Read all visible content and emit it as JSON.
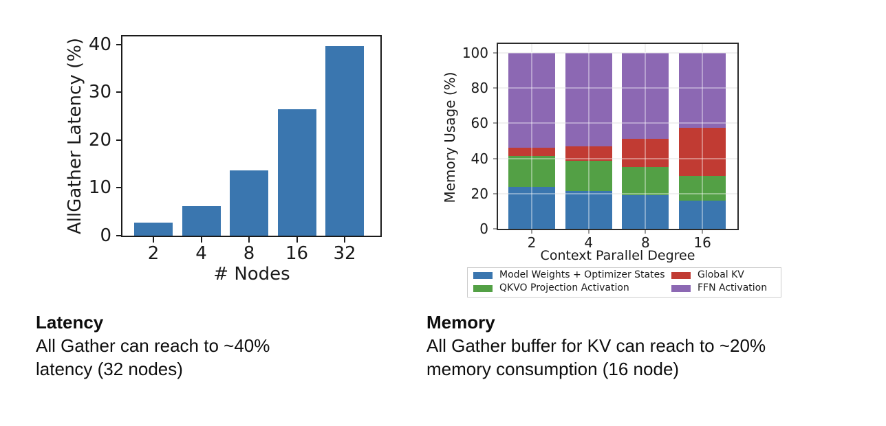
{
  "chart_data": [
    {
      "type": "bar",
      "title": "",
      "categories": [
        "2",
        "4",
        "8",
        "16",
        "32"
      ],
      "values": [
        2.7,
        6.2,
        13.6,
        26.5,
        39.7
      ],
      "xlabel": "# Nodes",
      "ylabel": "AllGather Latency (%)",
      "ylim": [
        0,
        41.7
      ],
      "yticks": [
        0,
        10,
        20,
        30,
        40
      ],
      "bar_color": "#3A76AF",
      "grid": false,
      "legend_position": "none"
    },
    {
      "type": "stacked_bar",
      "title": "",
      "categories": [
        "2",
        "4",
        "8",
        "16"
      ],
      "series": [
        {
          "name": "Model Weights + Optimizer States",
          "color": "#3A76AF",
          "values": [
            24,
            21.5,
            19,
            16
          ]
        },
        {
          "name": "QKVO Projection Activation",
          "color": "#53A045",
          "values": [
            17.5,
            17,
            16,
            14
          ]
        },
        {
          "name": "Global KV",
          "color": "#C13B33",
          "values": [
            4.5,
            8.5,
            16,
            27.5
          ]
        },
        {
          "name": "FFN Activation",
          "color": "#8C68B3",
          "values": [
            54,
            53,
            49,
            42.5
          ]
        }
      ],
      "xlabel": "Context Parallel Degree",
      "ylabel": "Memory Usage (%)",
      "ylim": [
        0,
        105
      ],
      "yticks": [
        0,
        20,
        40,
        60,
        80,
        100
      ],
      "grid": true,
      "legend_position": "below-two-columns"
    }
  ],
  "captions": {
    "latency": {
      "title": "Latency",
      "lines": [
        "All Gather can reach to ~40%",
        "latency (32 nodes)"
      ]
    },
    "memory": {
      "title": "Memory",
      "lines": [
        "All Gather buffer for KV can reach to ~20%",
        "memory consumption (16 node)"
      ]
    }
  },
  "colors": {
    "bar_blue": "#3A76AF",
    "bar_green": "#53A045",
    "bar_red": "#C13B33",
    "bar_purple": "#8C68B3",
    "spine": "#1a1a1a",
    "grid_under": "#e7e7e7",
    "legend_border": "#cccccc",
    "text": "#111111"
  }
}
